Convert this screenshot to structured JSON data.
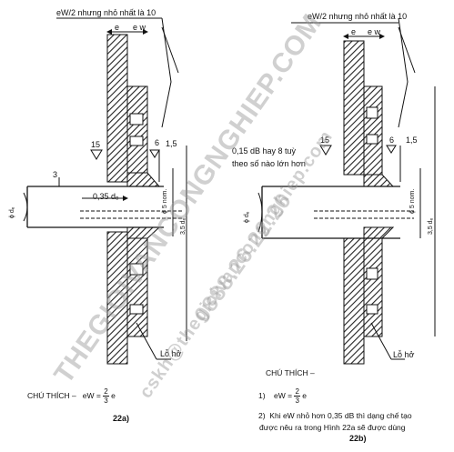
{
  "left_figure": {
    "top_note": "eW/2 nhưng nhỏ nhất là 10",
    "dim_e": "e",
    "dim_ew": "e w",
    "weld_symbol": "15",
    "dim_6": "6",
    "dim_1_5": "1,5",
    "dim_3": "3",
    "dim_035": "0,35 dₑ",
    "dim_phi5": "ϕ 5 nom.",
    "dim_35": "3,5 dₑ",
    "dim_phi_d": "ϕ dₑ",
    "leader": "Lỗ hở",
    "note_title": "CHÚ THÍCH –",
    "formula_lhs": "eW =",
    "formula_num": "2",
    "formula_den": "3",
    "formula_rhs": "e",
    "caption": "22a)"
  },
  "right_figure": {
    "top_note": "eW/2 nhưng nhỏ nhất là 10",
    "dim_e": "e",
    "dim_ew": "e w",
    "weld_symbol": "15",
    "dim_6": "6",
    "dim_1_5": "1,5",
    "side_note_1": "0,15 dB hay 8 tuỳ",
    "side_note_2": "theo số nào lớn hơn",
    "dim_phi5": "ϕ 5 nom.",
    "dim_35": "3,5 dₑ",
    "dim_phi_d": "ϕ dₑ",
    "leader": "Lỗ hở",
    "note_title": "CHÚ THÍCH –",
    "item1_num": "1)",
    "formula_lhs": "eW =",
    "formula_num": "2",
    "formula_den": "3",
    "formula_rhs": "e",
    "item2_num": "2)",
    "item2_line1": "Khi eW nhỏ hơn 0,35 dB thì dạng chế tạo",
    "item2_line2": "được nêu ra trong Hình 22a sẽ được dùng",
    "caption": "22b)"
  },
  "watermarks": {
    "w1": "THEGIOIVANCONGNGHIEP.COM",
    "w2": "0888.26.22.26",
    "w3": "cskh@thegioivancongnghiep.com"
  },
  "colors": {
    "ink": "#111111",
    "hatch": "#333333",
    "watermark": "#9a9a9a"
  }
}
